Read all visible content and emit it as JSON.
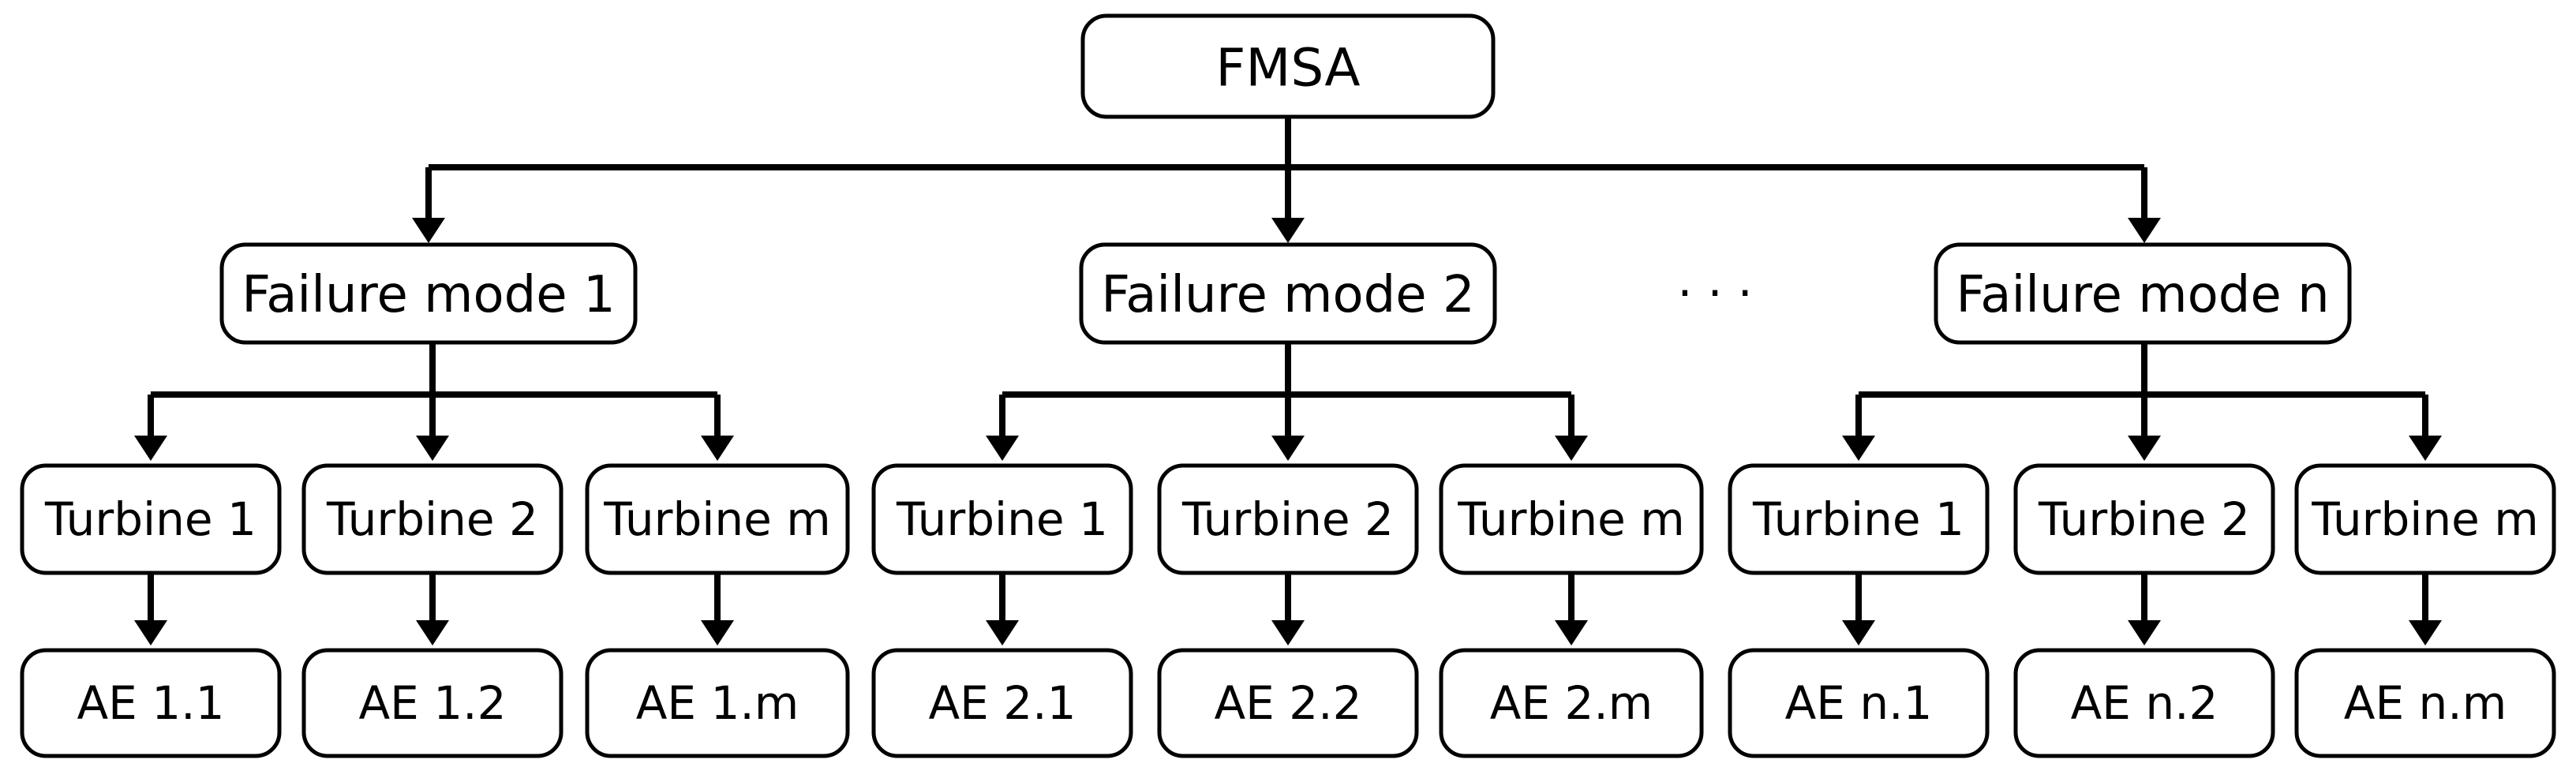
{
  "root": {
    "label": "FMSA"
  },
  "ellipsis": "· · ·",
  "modes": [
    {
      "label": "Failure mode 1",
      "turbines": [
        {
          "label": "Turbine 1",
          "ae": "AE 1.1"
        },
        {
          "label": "Turbine 2",
          "ae": "AE 1.2"
        },
        {
          "label": "Turbine m",
          "ae": "AE 1.m"
        }
      ]
    },
    {
      "label": "Failure mode 2",
      "turbines": [
        {
          "label": "Turbine 1",
          "ae": "AE 2.1"
        },
        {
          "label": "Turbine 2",
          "ae": "AE 2.2"
        },
        {
          "label": "Turbine m",
          "ae": "AE 2.m"
        }
      ]
    },
    {
      "label": "Failure mode n",
      "turbines": [
        {
          "label": "Turbine 1",
          "ae": "AE n.1"
        },
        {
          "label": "Turbine 2",
          "ae": "AE n.2"
        },
        {
          "label": "Turbine m",
          "ae": "AE n.m"
        }
      ]
    }
  ]
}
